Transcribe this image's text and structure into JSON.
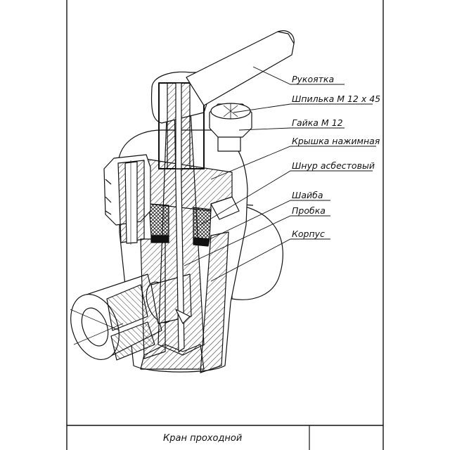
{
  "drawing": {
    "labels": [
      {
        "id": "handle",
        "text": "Рукоятка"
      },
      {
        "id": "stud",
        "text": "Шпилька М 12 х 45"
      },
      {
        "id": "nut",
        "text": "Гайка М 12"
      },
      {
        "id": "gland-cover",
        "text": "Крышка нажимная"
      },
      {
        "id": "asbestos-cord",
        "text": "Шнур асбестовый"
      },
      {
        "id": "washer",
        "text": "Шайба"
      },
      {
        "id": "plug",
        "text": "Пробка"
      },
      {
        "id": "body",
        "text": "Корпус"
      }
    ]
  },
  "title_block": {
    "title": "Кран проходной"
  }
}
